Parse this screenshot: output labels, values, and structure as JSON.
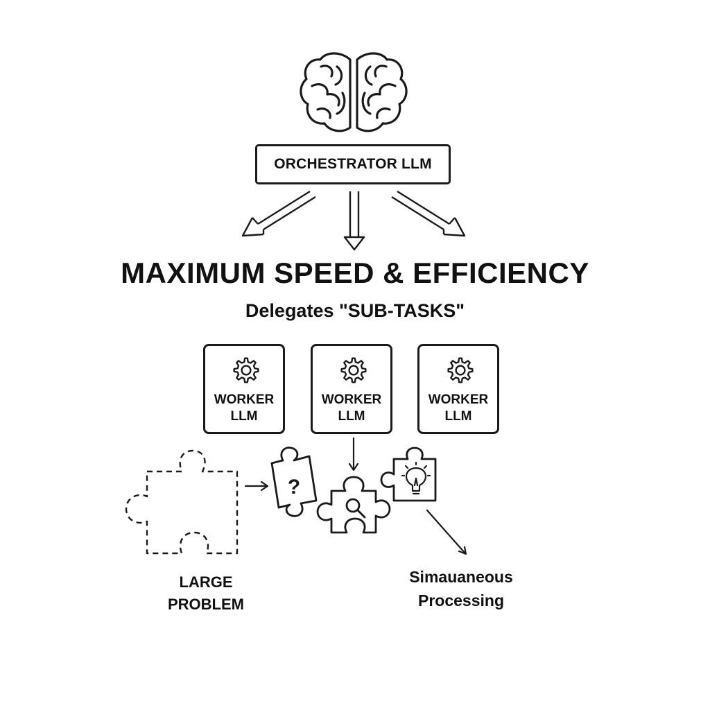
{
  "orchestrator": {
    "label": "ORCHESTRATOR LLM",
    "icon": "brain-icon"
  },
  "headline": "MAXIMUM SPEED & EFFICIENCY",
  "subheadline": "Delegates \"SUB-TASKS\"",
  "workers": [
    {
      "line1": "WORKER",
      "line2": "LLM",
      "icon": "gear-icon"
    },
    {
      "line1": "WORKER",
      "line2": "LLM",
      "icon": "gear-icon"
    },
    {
      "line1": "WORKER",
      "line2": "LLM",
      "icon": "gear-icon"
    }
  ],
  "captions": {
    "large_problem_line1": "LARGE",
    "large_problem_line2": "PROBLEM",
    "simultaneous_line1": "Simauaneous",
    "simultaneous_line2": "Processing"
  },
  "pieces": [
    {
      "icon": "dashed-puzzle-piece-icon"
    },
    {
      "icon": "question-mark-puzzle-piece-icon"
    },
    {
      "icon": "magnifier-puzzle-piece-icon"
    },
    {
      "icon": "lightbulb-puzzle-piece-icon"
    }
  ],
  "colors": {
    "ink": "#1a1a1a",
    "background": "#ffffff"
  }
}
